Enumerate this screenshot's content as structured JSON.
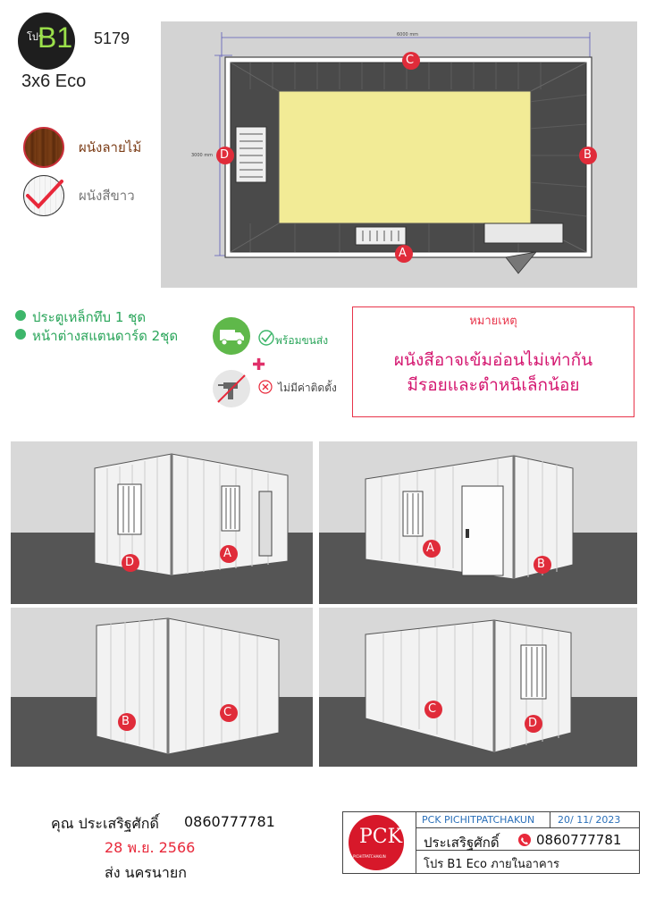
{
  "header": {
    "badge_prefix": "โปร",
    "badge_code": "B1",
    "model_number": "5179",
    "model_size": "3x6  Eco"
  },
  "wall_options": [
    {
      "label": "ผนังลายไม้",
      "selected": false
    },
    {
      "label": "ผนังสีขาว",
      "selected": true
    }
  ],
  "plan": {
    "width_label": "6000 mm",
    "height_label": "3000 mm",
    "walls": [
      "A",
      "B",
      "C",
      "D"
    ]
  },
  "features": [
    "ประตูเหล็กทึบ 1 ชุด",
    "หน้าต่างสแตนดาร์ด 2ชุด"
  ],
  "services": {
    "delivery": "พร้อมขนส่ง",
    "install": "ไม่มีค่าติดตั้ง"
  },
  "note": {
    "title": "หมายเหตุ",
    "lines": [
      "ผนังสีอาจเข้มอ่อนไม่เท่ากัน",
      "มีรอยและตำหนิเล็กน้อย"
    ]
  },
  "views": [
    {
      "labels": [
        "D",
        "A"
      ]
    },
    {
      "labels": [
        "A",
        "B"
      ]
    },
    {
      "labels": [
        "B",
        "C"
      ]
    },
    {
      "labels": [
        "C",
        "D"
      ]
    }
  ],
  "customer": {
    "name": "คุณ ประเสริฐศักดิ์",
    "phone": "0860777781",
    "date": "28 พ.ย. 2566",
    "delivery": "ส่ง   นครนายก"
  },
  "title_block": {
    "company": "PCK PICHITPATCHAKUN",
    "date": "20/ 11/ 2023",
    "name": "ประเสริฐศักดิ์",
    "phone": "0860777781",
    "project": "โปร   B1   Eco   ภายในอาคาร",
    "logo_text": "PICHITPATCHAKUN"
  },
  "colors": {
    "accent_red": "#e8283a",
    "green": "#3db66a",
    "note_pink": "#d4166f",
    "floor_yellow": "#f2eb96"
  }
}
